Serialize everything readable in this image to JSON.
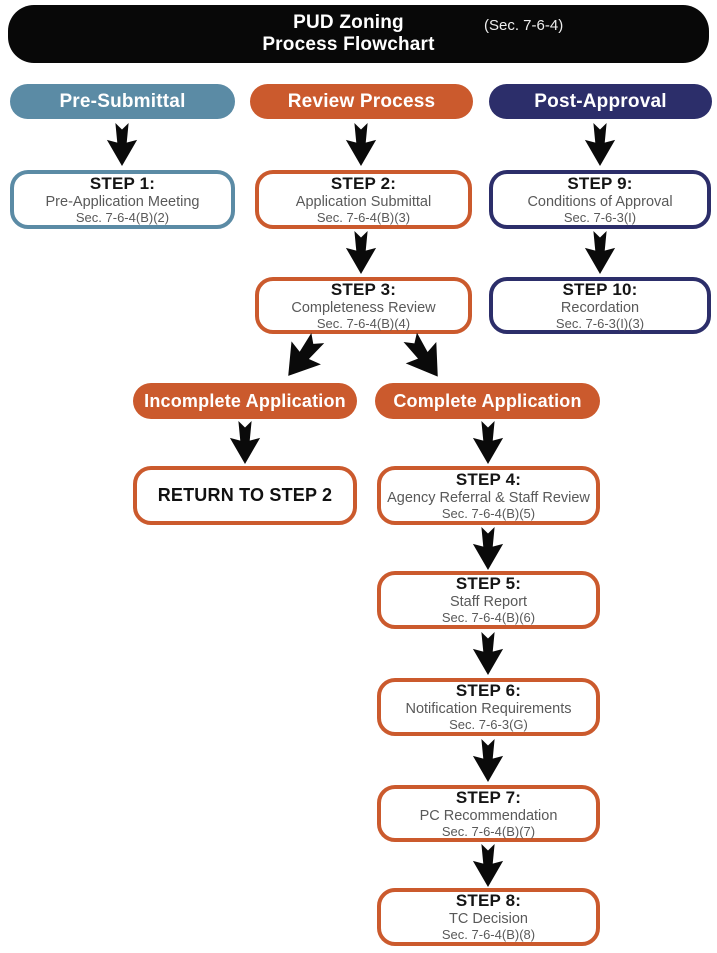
{
  "header": {
    "title_line1": "PUD Zoning",
    "title_line2": "Process Flowchart",
    "section_ref": "(Sec. 7-6-4)"
  },
  "colors": {
    "teal": "#5b8ba5",
    "orange": "#cb5a2d",
    "navy": "#2c2e6a",
    "header_black": "#080808",
    "subtext_gray": "#595959",
    "arrow_black": "#0a0a0a"
  },
  "columns": [
    {
      "label": "Pre-Submittal"
    },
    {
      "label": "Review Process"
    },
    {
      "label": "Post-Approval"
    }
  ],
  "steps": {
    "step1": {
      "title": "STEP 1:",
      "name": "Pre-Application Meeting",
      "section": "Sec. 7-6-4(B)(2)"
    },
    "step2": {
      "title": "STEP 2:",
      "name": "Application Submittal",
      "section": "Sec. 7-6-4(B)(3)"
    },
    "step3": {
      "title": "STEP 3:",
      "name": "Completeness Review",
      "section": "Sec. 7-6-4(B)(4)"
    },
    "step4": {
      "title": "STEP 4:",
      "name": "Agency Referral & Staff Review",
      "section": "Sec. 7-6-4(B)(5)"
    },
    "step5": {
      "title": "STEP 5:",
      "name": "Staff Report",
      "section": "Sec. 7-6-4(B)(6)"
    },
    "step6": {
      "title": "STEP 6:",
      "name": "Notification Requirements",
      "section": "Sec. 7-6-3(G)"
    },
    "step7": {
      "title": "STEP 7:",
      "name": "PC Recommendation",
      "section": "Sec. 7-6-4(B)(7)"
    },
    "step8": {
      "title": "STEP 8:",
      "name": "TC Decision",
      "section": "Sec. 7-6-4(B)(8)"
    },
    "step9": {
      "title": "STEP 9:",
      "name": "Conditions of Approval",
      "section": "Sec. 7-6-3(I)"
    },
    "step10": {
      "title": "STEP 10:",
      "name": "Recordation",
      "section": "Sec. 7-6-3(I)(3)"
    }
  },
  "branches": {
    "incomplete_label": "Incomplete Application",
    "complete_label": "Complete Application",
    "return_label": "RETURN TO STEP 2"
  }
}
